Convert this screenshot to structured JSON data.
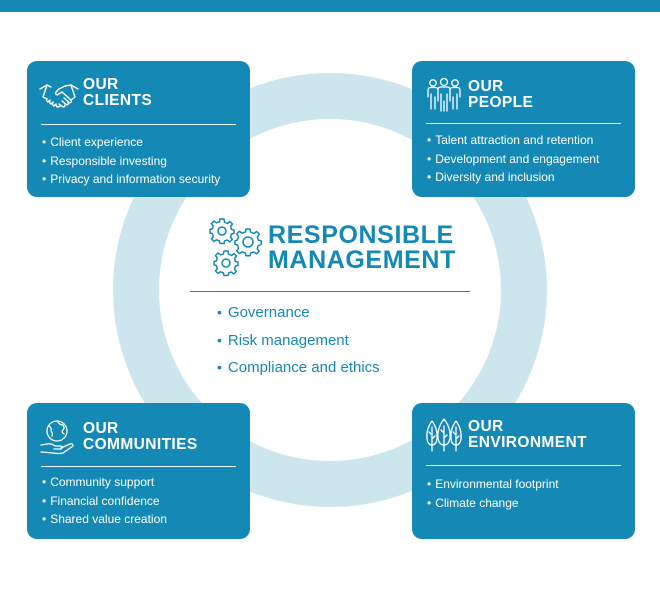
{
  "center": {
    "title_line1": "RESPONSIBLE",
    "title_line2": "MANAGEMENT",
    "items": [
      "Governance",
      "Risk management",
      "Compliance and ethics"
    ],
    "icon": "gears-icon"
  },
  "clients": {
    "title_line1": "OUR",
    "title_line2": "CLIENTS",
    "icon": "handshake-icon",
    "items": [
      "Client experience",
      "Responsible investing",
      "Privacy and information security"
    ]
  },
  "people": {
    "title_line1": "OUR",
    "title_line2": "PEOPLE",
    "icon": "people-group-icon",
    "items": [
      "Talent attraction and retention",
      "Development and engagement",
      "Diversity and inclusion"
    ]
  },
  "communities": {
    "title_line1": "OUR",
    "title_line2": "COMMUNITIES",
    "icon": "globe-hand-icon",
    "items": [
      "Community support",
      "Financial confidence",
      "Shared value creation"
    ]
  },
  "environment": {
    "title_line1": "OUR",
    "title_line2": "ENVIRONMENT",
    "icon": "trees-icon",
    "items": [
      "Environmental footprint",
      "Climate change"
    ]
  },
  "colors": {
    "primary": "#1589b5",
    "ring": "#cde6ee",
    "card_text": "#ffffff"
  }
}
